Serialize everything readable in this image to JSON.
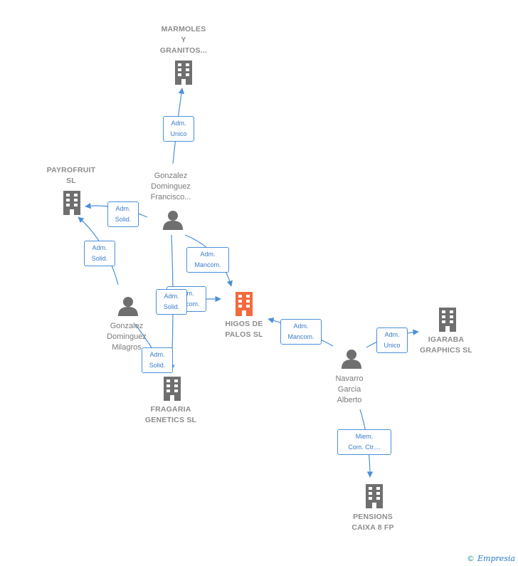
{
  "companies": {
    "marmoles": "MARMOLES\nY\nGRANITOS...",
    "payrofruit": "PAYROFRUIT\nSL",
    "higos": "HIGOS DE\nPALOS  SL",
    "fragaria": "FRAGARIA\nGENETICS  SL",
    "igaraba": "IGARABA\nGRAPHICS  SL",
    "pensions": "PENSIONS\nCAIXA 8 FP"
  },
  "people": {
    "francisco": "Gonzalez\nDominguez\nFrancisco...",
    "milagros": "Gonzalez\nDominguez\nMilagros",
    "alberto": "Navarro\nGarcia\nAlberto"
  },
  "relations": {
    "r1": "Adm.\nUnico",
    "r2": "Adm.\nSolid.",
    "r3": "Adm.\nSolid.",
    "r4": "Adm.\nMancom.",
    "r5": "Adm.\nMancom.",
    "r6": "Adm.\nSolid.",
    "r7": "Adm.\nSolid.",
    "r8": "Adm.\nMancom.",
    "r9": "Adm.\nUnico",
    "r10": "Miem.\nCom. Ctr...."
  },
  "colors": {
    "edge": "#4a90d9",
    "building": "#6f6f6f",
    "highlight": "#f26a3d",
    "person": "#6f6f6f"
  },
  "footer": {
    "copyright_symbol": "©",
    "brand": "Empresia"
  }
}
